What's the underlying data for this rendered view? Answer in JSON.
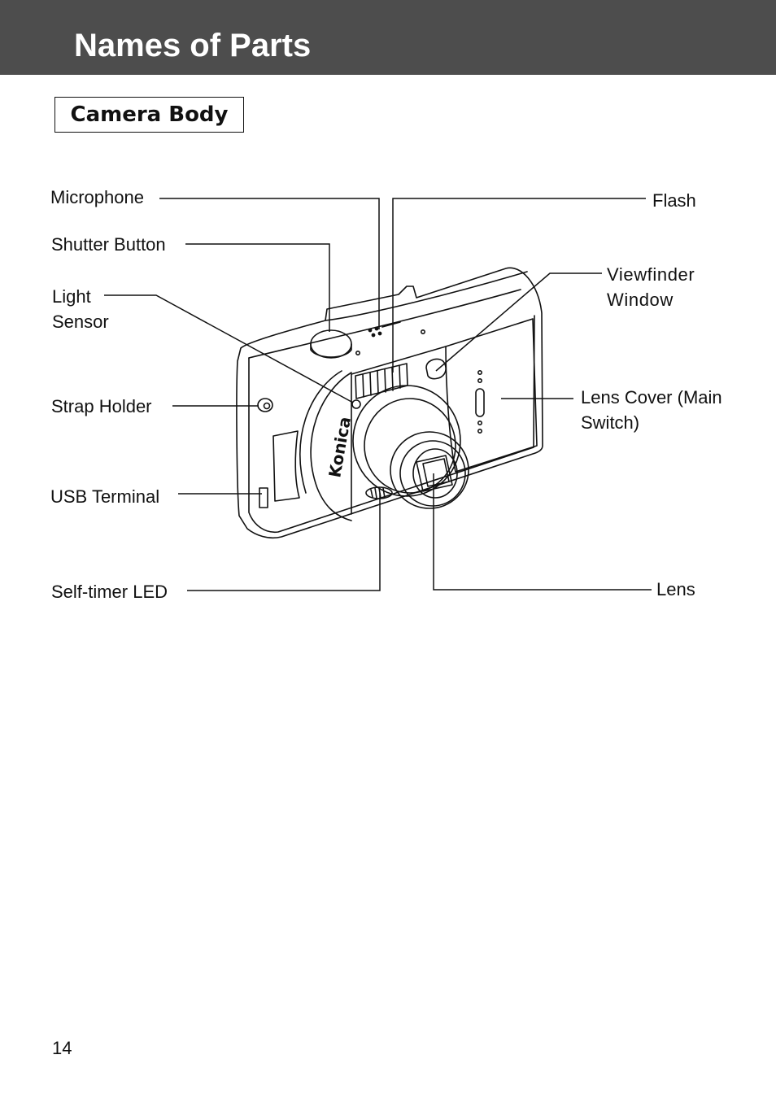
{
  "header": {
    "title": "Names of Parts",
    "bar_color": "#4d4d4d"
  },
  "section": {
    "title": "Camera Body"
  },
  "diagram": {
    "brand_mark": "Konica",
    "labels": {
      "microphone": "Microphone",
      "shutter_button": "Shutter Button",
      "light_sensor": "Light\nSensor",
      "strap_holder": "Strap Holder",
      "usb_terminal": "USB Terminal",
      "self_timer_led": "Self-timer LED",
      "flash": "Flash",
      "viewfinder_window": "Viewfinder\nWindow",
      "lens_cover": "Lens Cover (Main\nSwitch)",
      "lens": "Lens"
    }
  },
  "footer": {
    "page_number": "14"
  }
}
